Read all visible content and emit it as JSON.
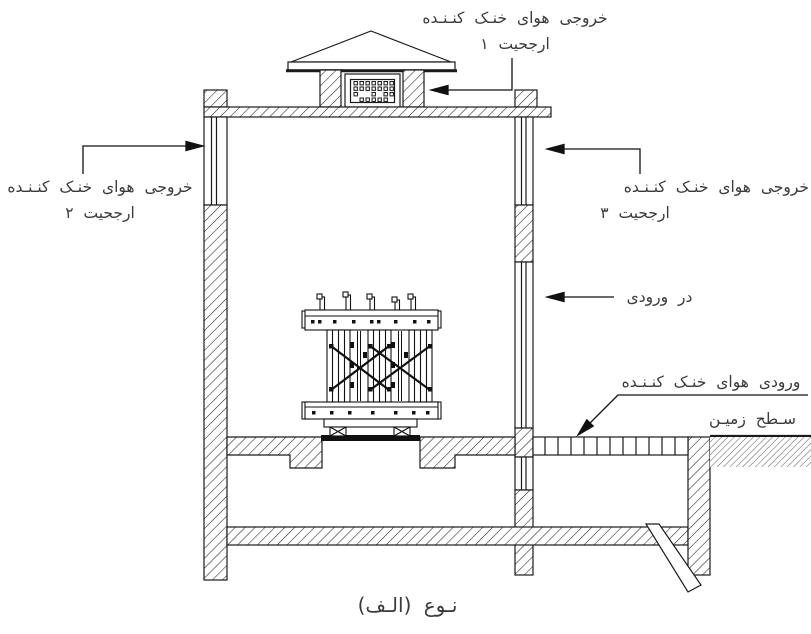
{
  "labels": {
    "outlet1": {
      "line1": "خروجی هوای خنـک کنـنـده",
      "line2": "ارجحیت ۱"
    },
    "outlet2": {
      "line1": "خروجی هوای خنـک کنـنـده",
      "line2": "ارجحیت ۲"
    },
    "outlet3": {
      "line1": "خروجی هوای خنـک کنـنـده",
      "line2": "ارجحیت ۳"
    },
    "entrance_door": "در ورودی",
    "air_inlet": "ورودی هوای خنـک کنـنـده",
    "ground_level": "سـطح زمیـن",
    "caption": "نـوع (الـف)"
  },
  "colors": {
    "line": "#1a1a1a",
    "background": "#ffffff",
    "text": "#3a3a3a"
  }
}
